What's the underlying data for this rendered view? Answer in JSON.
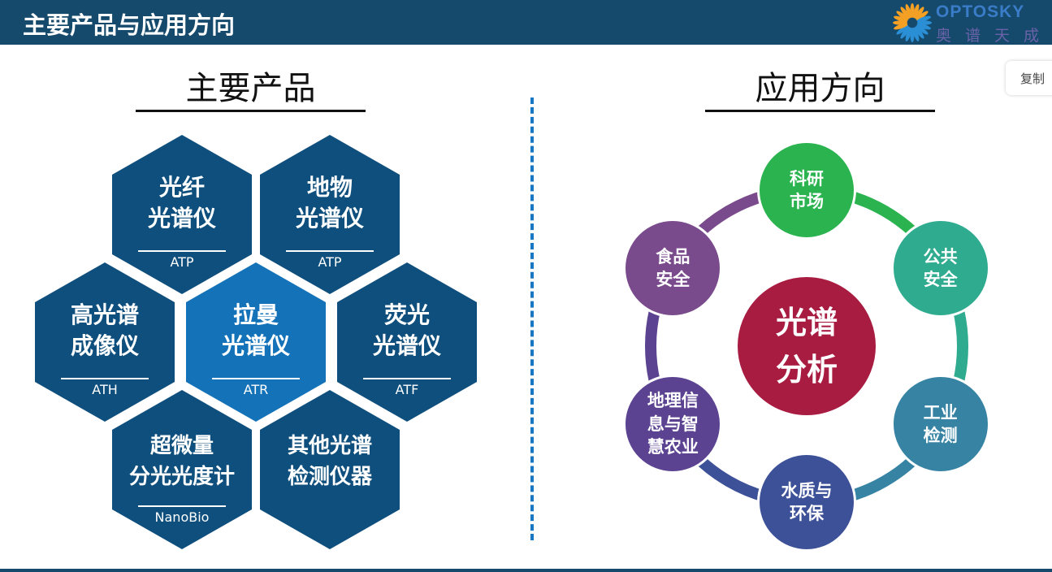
{
  "header": {
    "title": "主要产品与应用方向",
    "logo_en": "OPTOSKY",
    "logo_cn": "奥谱天成"
  },
  "copy_button": "复制",
  "products": {
    "title": "主要产品",
    "items": [
      {
        "name": "光纤\n光谱仪",
        "code": "ATP"
      },
      {
        "name": "地物\n光谱仪",
        "code": "ATP"
      },
      {
        "name": "高光谱\n成像仪",
        "code": "ATH"
      },
      {
        "name": "拉曼\n光谱仪",
        "code": "ATR"
      },
      {
        "name": "荧光\n光谱仪",
        "code": "ATF"
      },
      {
        "name": "超微量\n分光光度计",
        "code": "NanoBio"
      },
      {
        "name": "其他光谱\n检测仪器",
        "code": ""
      }
    ]
  },
  "applications": {
    "title": "应用方向",
    "center": "光谱\n分析",
    "center_color": "#a81c42",
    "items": [
      {
        "label": "科研\n市场",
        "color": "#2ab34f"
      },
      {
        "label": "公共\n安全",
        "color": "#2fab8f"
      },
      {
        "label": "工业\n检测",
        "color": "#3683a3"
      },
      {
        "label": "水质与\n环保",
        "color": "#3d5199"
      },
      {
        "label": "地理信\n息与智\n慧农业",
        "color": "#5b4392"
      },
      {
        "label": "食品\n安全",
        "color": "#7a4b8c"
      }
    ]
  }
}
